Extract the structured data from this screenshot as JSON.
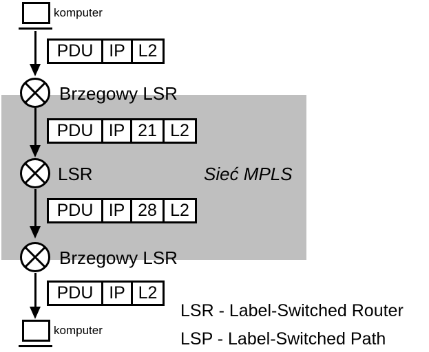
{
  "region": {
    "label": "Sieć MPLS"
  },
  "nodes": {
    "computer_top": {
      "label": "komputer"
    },
    "edge_lsr_top": {
      "label": "Brzegowy LSR"
    },
    "core_lsr": {
      "label": "LSR"
    },
    "edge_lsr_bottom": {
      "label": "Brzegowy LSR"
    },
    "computer_bottom": {
      "label": "komputer"
    }
  },
  "packets": [
    {
      "cells": [
        "PDU",
        "IP",
        "L2"
      ]
    },
    {
      "cells": [
        "PDU",
        "IP",
        "21",
        "L2"
      ]
    },
    {
      "cells": [
        "PDU",
        "IP",
        "28",
        "L2"
      ]
    },
    {
      "cells": [
        "PDU",
        "IP",
        "L2"
      ]
    }
  ],
  "legend": {
    "lines": [
      "LSR - Label-Switched Router",
      "LSP - Label-Switched Path"
    ]
  },
  "colors": {
    "region_fill": "#bfbfbf",
    "stroke": "#000000",
    "background": "#ffffff"
  }
}
